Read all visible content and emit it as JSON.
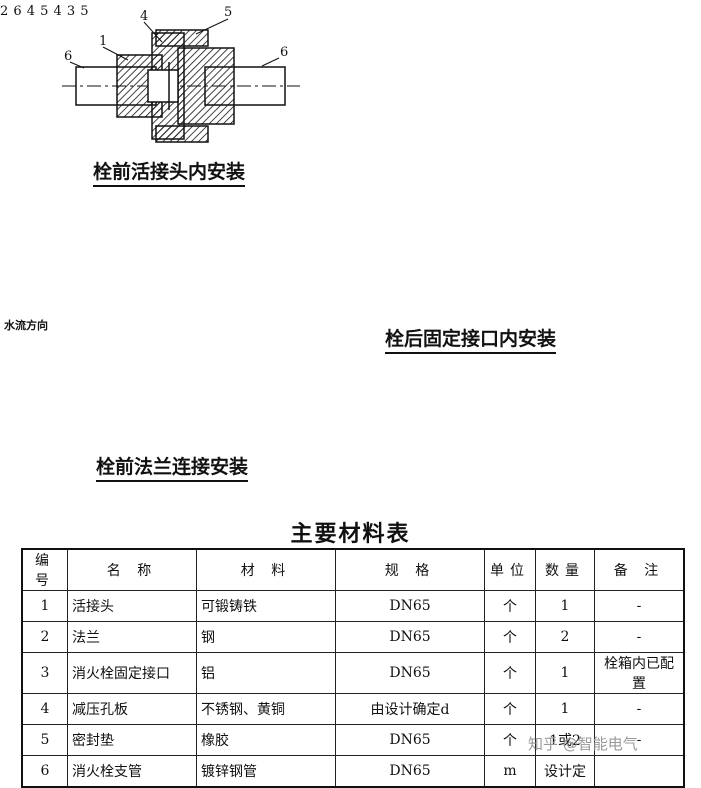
{
  "captions": {
    "top_left": "栓前活接头内安装",
    "bottom_left": "栓前法兰连接安装",
    "right": "栓后固定接口内安装"
  },
  "flow_label": "水流方向",
  "part_numbers": {
    "union": [
      "1",
      "4",
      "5",
      "6",
      "6"
    ],
    "flange": [
      "2",
      "6",
      "4",
      "5"
    ],
    "valve": [
      "4",
      "3",
      "5"
    ]
  },
  "table": {
    "title": "主要材料表",
    "headers": [
      "编号",
      "名 称",
      "材 料",
      "规 格",
      "单位",
      "数量",
      "备 注"
    ],
    "rows": [
      [
        "1",
        "活接头",
        "可锻铸铁",
        "DN65",
        "个",
        "1",
        "-"
      ],
      [
        "2",
        "法兰",
        "钢",
        "DN65",
        "个",
        "2",
        "-"
      ],
      [
        "3",
        "消火栓固定接口",
        "铝",
        "DN65",
        "个",
        "1",
        "栓箱内已配置"
      ],
      [
        "4",
        "减压孔板",
        "不锈钢、黄铜",
        "由设计确定d",
        "个",
        "1",
        "-"
      ],
      [
        "5",
        "密封垫",
        "橡胶",
        "DN65",
        "个",
        "1或2",
        "-"
      ],
      [
        "6",
        "消火栓支管",
        "镀锌钢管",
        "DN65",
        "m",
        "设计定",
        ""
      ]
    ]
  },
  "watermark": "知乎 @智能电气"
}
